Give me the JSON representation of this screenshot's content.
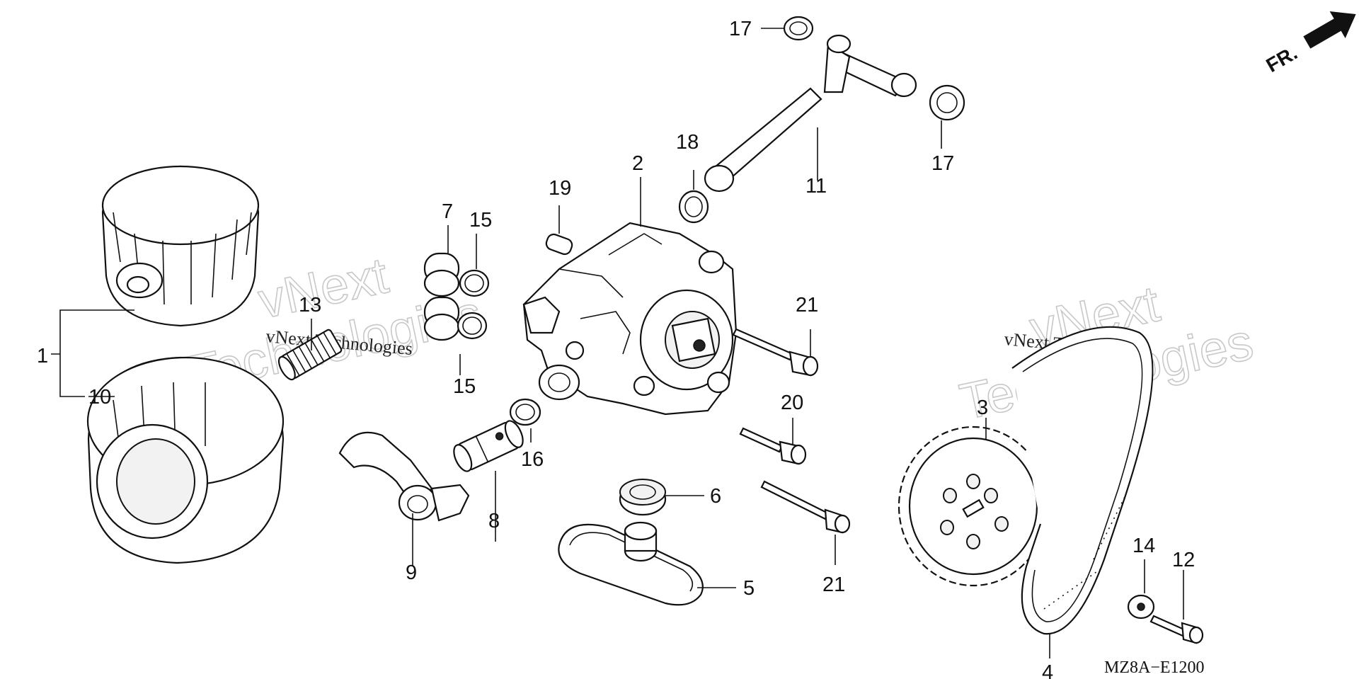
{
  "diagram": {
    "code": "MZ8A−E1200",
    "direction_label": "FR.",
    "watermark": {
      "line1": "vNext",
      "line2": "Technologies",
      "caption": "vNext Technologies"
    },
    "callouts": [
      "1",
      "2",
      "3",
      "4",
      "5",
      "6",
      "7",
      "8",
      "9",
      "10",
      "11",
      "12",
      "13",
      "14",
      "15",
      "15",
      "16",
      "17",
      "17",
      "18",
      "19",
      "20",
      "21",
      "21"
    ]
  },
  "colors": {
    "ink": "#111111",
    "paper": "#ffffff",
    "watermark": "#cfcfcf"
  }
}
